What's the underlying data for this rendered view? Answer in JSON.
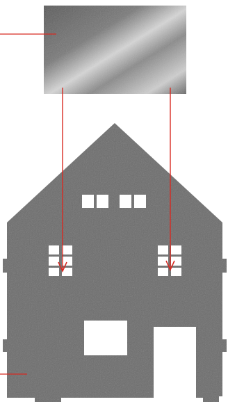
{
  "diagram": {
    "colors": {
      "background": "#ffffff",
      "house": "#6d6d6d",
      "panel_dark": "#5e5e5e",
      "panel_light": "#d8d8d8",
      "callout": "#d82a22",
      "opening": "#ffffff"
    },
    "elements": {
      "gradient_panel": "gradient-panel",
      "house_silhouette": "house-silhouette",
      "attic_windows": 4,
      "left_window_panes": 6,
      "right_window_panes": 6,
      "square_window": 1,
      "door": 1,
      "arrows": 2,
      "leader_lines": 2
    }
  }
}
